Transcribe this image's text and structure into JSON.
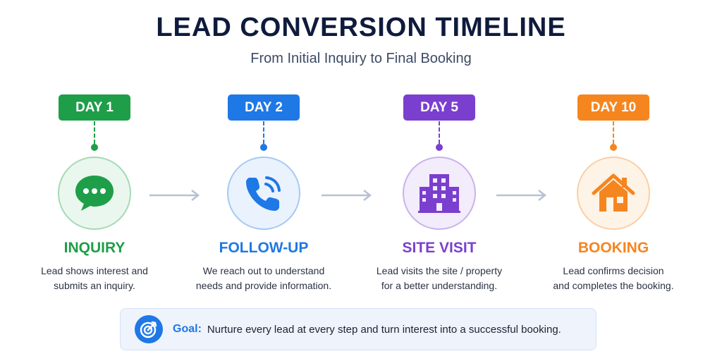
{
  "header": {
    "title": "LEAD CONVERSION TIMELINE",
    "subtitle": "From Initial Inquiry to Final Booking"
  },
  "steps": [
    {
      "day": "DAY 1",
      "title": "INQUIRY",
      "line1": "Lead shows interest and",
      "line2": "submits an inquiry.",
      "color": "#1e9e48",
      "light": "#eaf7ee",
      "icon": "chat-bubble-icon"
    },
    {
      "day": "DAY 2",
      "title": "FOLLOW-UP",
      "line1": "We reach out to understand",
      "line2": "needs and provide information.",
      "color": "#1e78e6",
      "light": "#eaf2fd",
      "icon": "phone-icon"
    },
    {
      "day": "DAY 5",
      "title": "SITE VISIT",
      "line1": "Lead visits the site / property",
      "line2": "for a better understanding.",
      "color": "#7b3fcf",
      "light": "#f2ecfb",
      "icon": "building-icon"
    },
    {
      "day": "DAY 10",
      "title": "BOOKING",
      "line1": "Lead confirms decision",
      "line2": "and completes the booking.",
      "color": "#f5861f",
      "light": "#fef3e7",
      "icon": "house-icon"
    }
  ],
  "goal": {
    "label": "Goal:",
    "text": "Nurture every lead at every step and turn interest into a successful booking.",
    "icon": "target-icon"
  }
}
